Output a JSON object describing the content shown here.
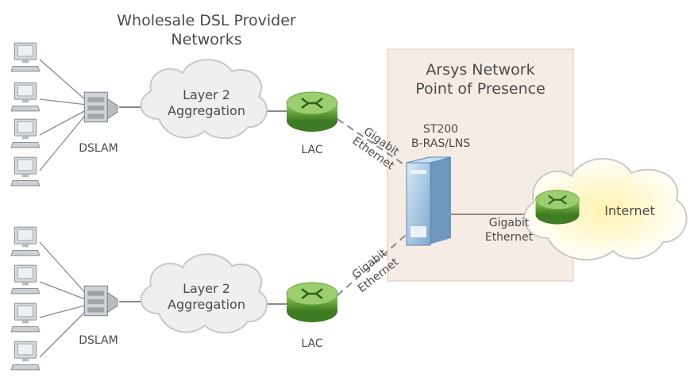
{
  "title": {
    "line1": "Wholesale DSL Provider",
    "line2": "Networks"
  },
  "pop": {
    "line1": "Arsys Network",
    "line2": "Point of Presence"
  },
  "device": {
    "line1": "ST200",
    "line2": "B-RAS/LNS"
  },
  "clouds": {
    "top": {
      "line1": "Layer 2",
      "line2": "Aggregation"
    },
    "bottom": {
      "line1": "Layer 2",
      "line2": "Aggregation"
    },
    "internet": "Internet"
  },
  "nodes": {
    "dslam_top": "DSLAM",
    "dslam_bottom": "DSLAM",
    "lac_top": "LAC",
    "lac_bottom": "LAC"
  },
  "links": {
    "top": {
      "line1": "Gigabit",
      "line2": "Ethernet"
    },
    "bottom": {
      "line1": "Gigabit",
      "line2": "Ethernet"
    },
    "internet": {
      "line1": "Gigabit",
      "line2": "Ethernet"
    }
  },
  "colors": {
    "pop_bg": "#f6ece6",
    "pop_border": "#d9c8c0",
    "cloud_fill": "#eef0ee",
    "cloud_stroke": "#c6c8c6",
    "router_green": "#69a83c",
    "router_dark": "#3f7a25",
    "internet_glow": "#fff7c8",
    "device_blue": "#9fc4e4",
    "line_gray": "#8a8a8a"
  }
}
